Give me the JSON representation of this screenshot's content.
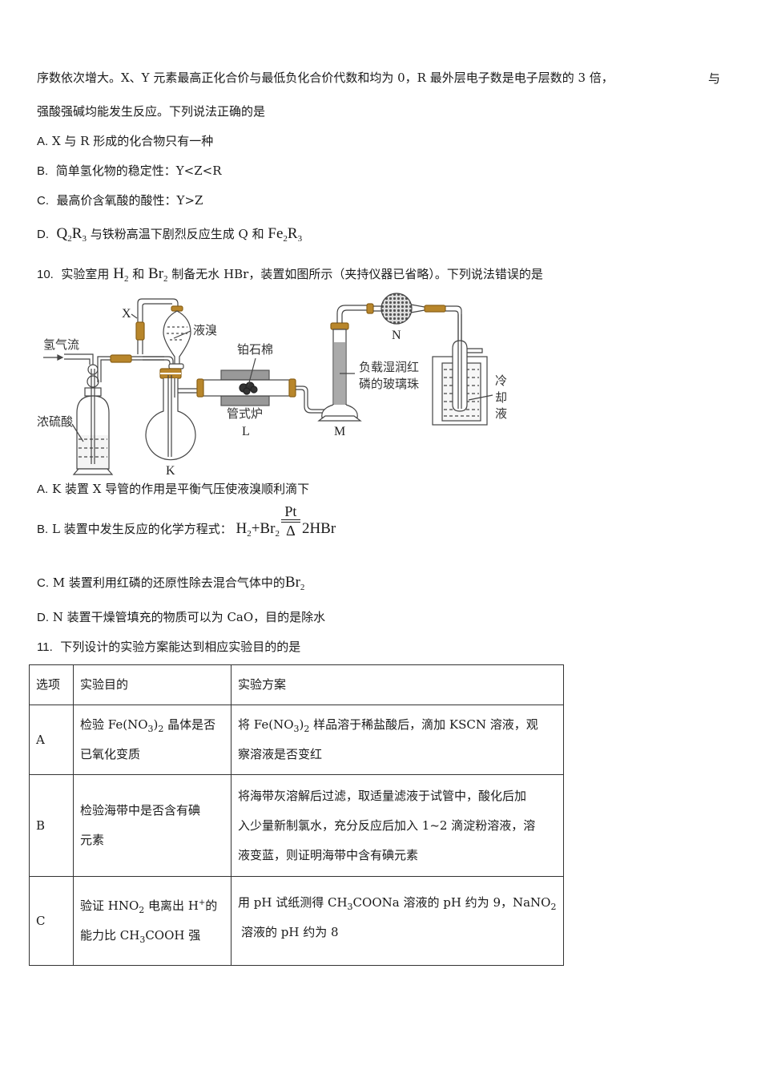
{
  "q9": {
    "line1": "序数依次增大。X、Y 元素最高正化合价与最低负化合价代数和均为 0，R 最外层电子数是电子层数的 3 倍，",
    "line1_end": "与",
    "line2": "强酸强碱均能发生反应。下列说法正确的是",
    "options": {
      "A": {
        "label": "A.",
        "text": "X 与 R 形成的化合物只有一种"
      },
      "B": {
        "label": "B.",
        "text": "简单氢化物的稳定性：Y<Z<R"
      },
      "C": {
        "label": "C.",
        "text": "最高价含氧酸的酸性：Y>Z"
      },
      "D": {
        "label": "D.",
        "f1": "Q",
        "f1s": "2",
        "f2": "R",
        "f2s": "3",
        "mid": "与铁粉高温下剧烈反应生成 Q 和",
        "f3": "Fe",
        "f3s": "2",
        "f4": "R",
        "f4s": "3"
      }
    }
  },
  "q10": {
    "number": "10.",
    "pre": "实验室用",
    "h2": "H",
    "h2s": "2",
    "and": "和",
    "br2": "Br",
    "br2s": "2",
    "post": "制备无水 HBr，装置如图所示（夹持仪器已省略）。下列说法错误的是",
    "diagram": {
      "labels": {
        "hydrogen_flow": "氢气流",
        "conc_sulfuric": "浓硫酸",
        "x": "X",
        "liquid_bromine": "液溴",
        "k": "K",
        "platinum_asbestos": "铂石棉",
        "tube_furnace": "管式炉",
        "l": "L",
        "red_phosphorus_1": "负载湿润红",
        "red_phosphorus_2": "磷的玻璃珠",
        "m": "M",
        "n": "N",
        "coolant_1": "冷",
        "coolant_2": "却",
        "coolant_3": "液"
      }
    },
    "options": {
      "A": {
        "label": "A.",
        "text": "K 装置 X 导管的作用是平衡气压使液溴顺利滴下"
      },
      "B": {
        "label": "B.",
        "text": "L 装置中发生反应的化学方程式：",
        "eq_a": "H",
        "eq_as": "2",
        "eq_b": "+Br",
        "eq_bs": "2",
        "cond_top": "Pt",
        "cond_bot": "Δ",
        "eq_c": "2HBr"
      },
      "C": {
        "label": "C.",
        "text": "M 装置利用红磷的还原性除去混合气体中的",
        "f": "Br",
        "fs": "2"
      },
      "D": {
        "label": "D.",
        "text": "N 装置干燥管填充的物质可以为 CaO，目的是除水"
      }
    }
  },
  "q11": {
    "number": "11.",
    "text": "下列设计的实验方案能达到相应实验目的的是",
    "table": {
      "headers": [
        "选项",
        "实验目的",
        "实验方案"
      ],
      "rows": [
        {
          "option": "A",
          "purpose_1": "检验 Fe(NO",
          "purpose_1s": "3",
          "purpose_1b": ")",
          "purpose_1bs": "2",
          "purpose_1c": " 晶体是否",
          "purpose_2": "已氧化变质",
          "plan_1": "将 Fe(NO",
          "plan_1s": "3",
          "plan_1b": ")",
          "plan_1bs": "2",
          "plan_1c": " 样品溶于稀盐酸后，滴加 KSCN 溶液，观",
          "plan_2": "察溶液是否变红"
        },
        {
          "option": "B",
          "purpose_1": "检验海带中是否含有碘",
          "purpose_2": "元素",
          "plan_1": "将海带灰溶解后过滤，取适量滤液于试管中，酸化后加",
          "plan_2": "入少量新制氯水，充分反应后加入 1~2 滴淀粉溶液，溶",
          "plan_3": "液变蓝，则证明海带中含有碘元素"
        },
        {
          "option": "C",
          "purpose_1": "验证 HNO",
          "purpose_1s": "2",
          "purpose_1b": " 电离出 H",
          "purpose_1sup": "+",
          "purpose_1c": "的",
          "purpose_2": "能力比 CH",
          "purpose_2s": "3",
          "purpose_2b": "COOH 强",
          "plan_1": "用 pH 试纸测得 CH",
          "plan_1s": "3",
          "plan_1b": "COONa 溶液的 pH 约为 9，NaNO",
          "plan_1bs": "2",
          "plan_2": "溶液的 pH 约为 8"
        }
      ]
    }
  }
}
